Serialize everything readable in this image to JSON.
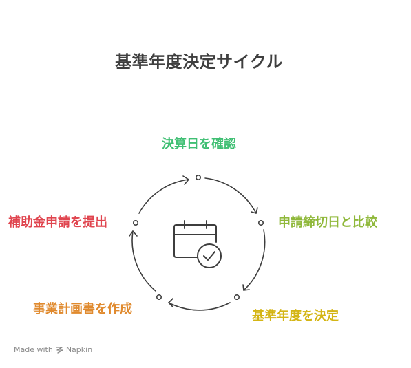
{
  "title": "基準年度決定サイクル",
  "stages": [
    {
      "id": "confirm",
      "label": "決算日を確認",
      "color": "#3fbf73"
    },
    {
      "id": "deadline",
      "label": "申請締切日と比較",
      "color": "#8fb83a"
    },
    {
      "id": "decide",
      "label": "基準年度を決定",
      "color": "#d4b514"
    },
    {
      "id": "plan",
      "label": "事業計画書を作成",
      "color": "#e08a2e"
    },
    {
      "id": "submit",
      "label": "補助金申請を提出",
      "color": "#e0454f"
    }
  ],
  "center_icon": "calendar-check-icon",
  "footer": {
    "made_with": "Made with",
    "brand": "Napkin",
    "brand_icon": "napkin-logo-icon"
  }
}
